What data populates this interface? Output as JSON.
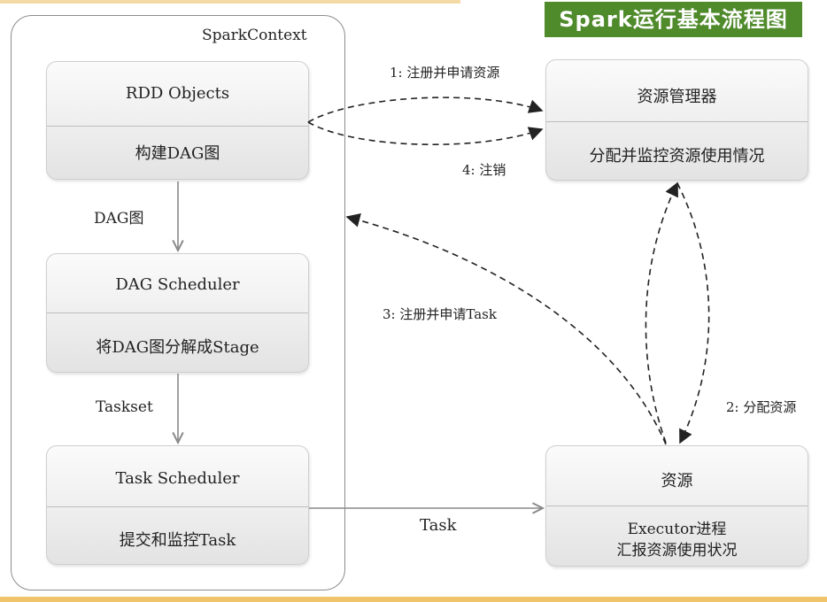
{
  "title": "Spark运行基本流程图",
  "spark_context": {
    "label": "SparkContext",
    "rdd_box": {
      "title": "RDD Objects",
      "sub": "构建DAG图"
    },
    "dag_box": {
      "title": "DAG Scheduler",
      "sub": "将DAG图分解成Stage"
    },
    "task_box": {
      "title": "Task Scheduler",
      "sub": "提交和监控Task"
    }
  },
  "resource_manager": {
    "title": "资源管理器",
    "sub": "分配并监控资源使用情况"
  },
  "resource": {
    "title": "资源",
    "sub1": "Executor进程",
    "sub2": "汇报资源使用状况"
  },
  "edges": {
    "dag_graph": "DAG图",
    "taskset": "Taskset",
    "task": "Task",
    "step1": "1: 注册并申请资源",
    "step2": "2: 分配资源",
    "step3": "3: 注册并申请Task",
    "step4": "4: 注销"
  },
  "colors": {
    "title_bg": "#4f8a2b",
    "accent_strip": "#f0c46a"
  }
}
